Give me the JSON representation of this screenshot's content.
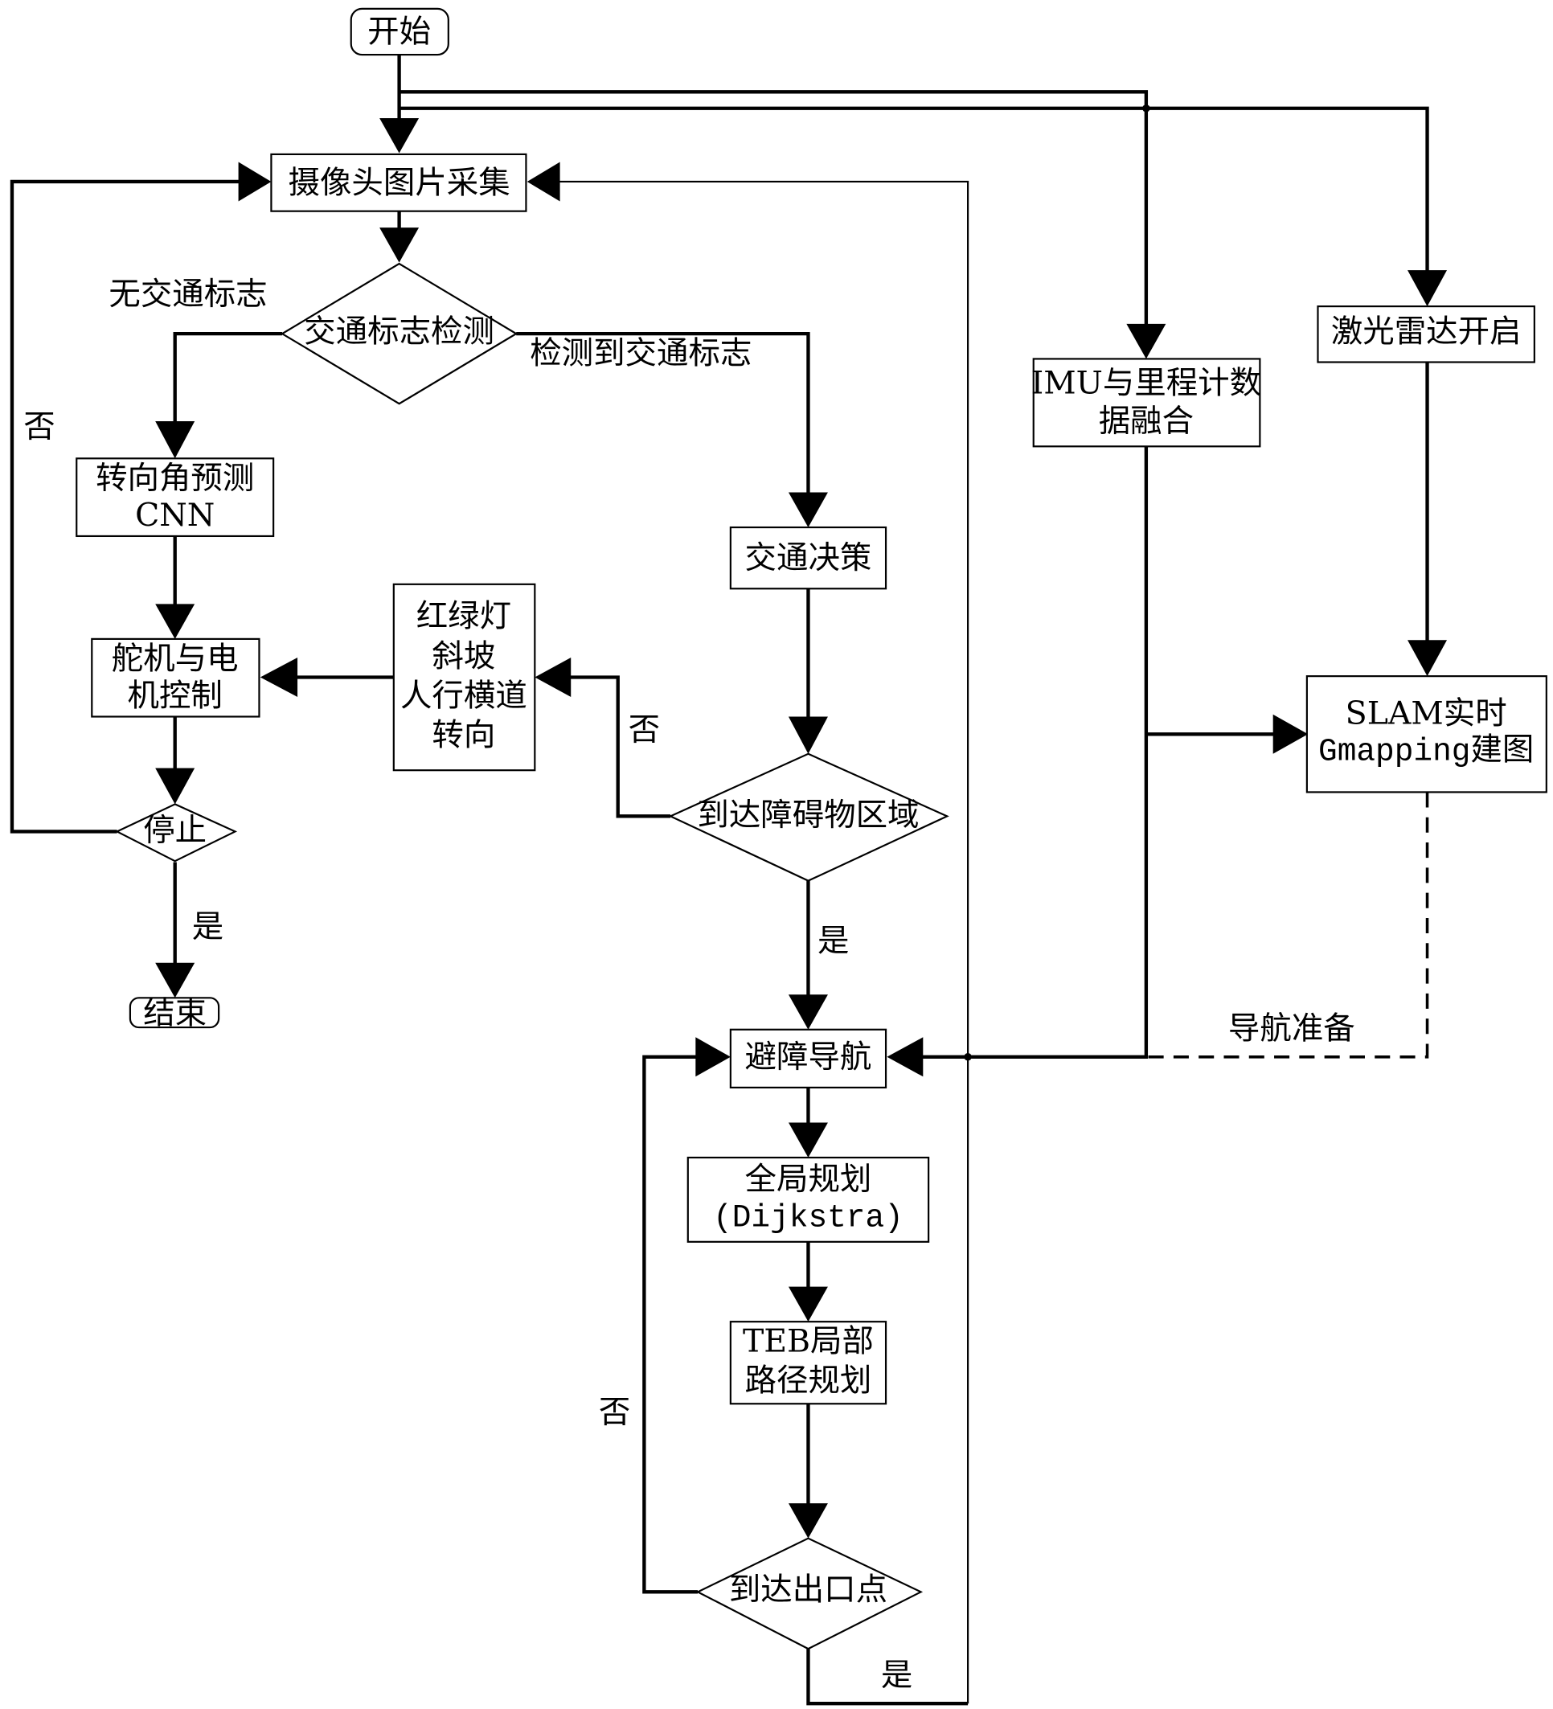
{
  "diagram": {
    "type": "flowchart",
    "nodes": {
      "start": "开始",
      "camera": "摄像头图片采集",
      "sign_detect": "交通标志检测",
      "steer_predict_1": "转向角预测",
      "steer_predict_2": "CNN",
      "traffic_decision": "交通决策",
      "servo_1": "舵机与电",
      "servo_2": "机控制",
      "scenario_1": "红绿灯",
      "scenario_2": "斜坡",
      "scenario_3": "人行横道",
      "scenario_4": "转向",
      "stop": "停止",
      "end": "结束",
      "obstacle_area": "到达障碍物区域",
      "avoid_nav": "避障导航",
      "global_plan_1": "全局规划",
      "global_plan_2": "(Dijkstra)",
      "teb_1": "TEB局部",
      "teb_2": "路径规划",
      "exit_point": "到达出口点",
      "imu_1": "IMU与里程计数",
      "imu_2": "据融合",
      "lidar": "激光雷达开启",
      "slam_1": "SLAM实时",
      "slam_2": "Gmapping建图"
    },
    "edge_labels": {
      "no_sign": "无交通标志",
      "sign_detected": "检测到交通标志",
      "stop_no": "否",
      "stop_yes": "是",
      "obstacle_no": "否",
      "obstacle_yes": "是",
      "exit_no": "否",
      "exit_yes": "是",
      "nav_ready": "导航准备"
    }
  }
}
